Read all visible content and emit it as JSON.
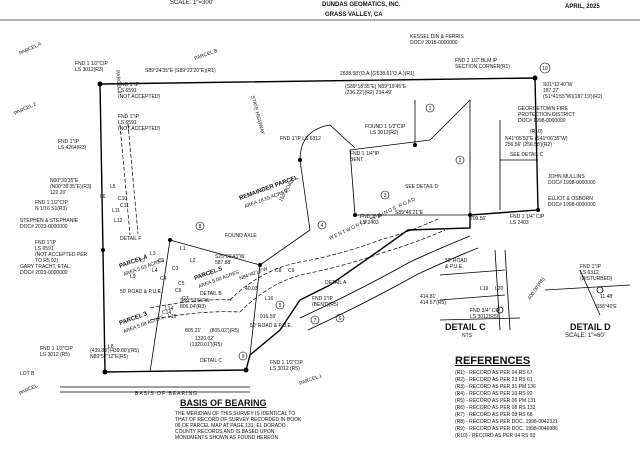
{
  "header": {
    "scale": "SCALE: 1\"=300'",
    "firm": "DUNDAS GEOMATICS, INC.",
    "city": "GRASS VALLEY, CA",
    "date": "APRIL, 2025"
  },
  "parcels": {
    "parcel_a": "PARCEL A",
    "parcel_b": "PARCEL B",
    "parcel_2": "PARCEL 2",
    "parcel_1": "PARCEL 1",
    "remainder": "REMAINDER PARCEL",
    "remainder_area": "AREA 18.55 ACRES",
    "parcel_3": "PARCEL 3",
    "parcel_3_area": "AREA 5.08 ACRES",
    "parcel_4": "PARCEL 4",
    "parcel_4_area": "AREA 5.63 ACRES",
    "parcel_5": "PARCEL 5",
    "parcel_5_area": "AREA 5.00 ACRES"
  },
  "labels": {
    "kessel": "KESSEL DIN & FERRIS",
    "kessel_doc": "DOC# 2015-0000000",
    "fnd_blm": "FND 2 1/2\" BLM IP",
    "section_corner": "SECTION CORNER(R1)",
    "bearing_top": "S89°24'35\"E (S89°22'20\"E)(R1)",
    "dist_top": "2638.58'(O.A.)(2638.61'O.A.)(R1)",
    "fnd_cip_top": "FND 1 1/2\"CIP",
    "ls_3012_top": "LS 3012(R3)",
    "fnd_ip_6591": "FND 1\"IP",
    "ls_6591": "LS 6591",
    "not_accepted": "(NOT ACCEPTED)",
    "fnd_ip_4264": "FND 1\"IP",
    "ls_4264": "LS 4264(R3)",
    "fnd_ip_6312": "FND 1\"IP LS 6312",
    "found_cip": "FOUND 1 1/2\"CIP",
    "ls_3012_mid": "LS 3012(R2)",
    "bearing_r1": "(S89°18'35\"E) N89°19'45\"E",
    "dist_r1": "(236.22')(R2) 234.49'",
    "georgetown": "GEORGETOWN FIRE",
    "protection": "PROTECTION DISTRICT",
    "georgetown_doc": "DOC# 1998-0000000",
    "john_mullins": "JOHN MULLINS",
    "mullins_doc": "DOC# 1998-0000000",
    "elliot": "ELLIOT & OSBORN",
    "elliot_doc": "DOC# 1998-0000000",
    "s01_12": "S01°12'40\"W",
    "s01_12_dist": "187.27'",
    "s01_14": "(S1°41'55\"W)(187.19')(R2)",
    "r10": "(R10)",
    "n41": "N41°05'50\"E (S41°06'35\"W)",
    "n41_dist": "256.56' (256.58')(R2)",
    "see_detail_d": "SEE DETAIL D",
    "see_detail_c": "SEE DETAIL C",
    "fnd_cip_bent": "FND 1 1/4\"IP",
    "bent": "BENT",
    "fnd_1ip_2403": "FND 1\" IP",
    "ls_2403": "LS 2403",
    "s89_46": "S89°46'21\"E",
    "dist_709": "709.50'",
    "fnd_cip_2403": "FND 1 1/4\" CIP",
    "ls_2403_b": "LS 2403",
    "found_axle": "FOUND AXLE",
    "s25_09": "S25°09'43\"W",
    "s25_dist": "587.88'",
    "s50_road": "50' ROAD & P.U.E.",
    "s84": "N84°40'10\"W",
    "s89_53": "S89°53'56\"W",
    "s89_dist": "806.04'(R3)",
    "s40_03": "40.03'",
    "s916": "916.59'",
    "road_label": "50' ROAD & P.U.E.",
    "fnd_ip_bent": "FND 1\"IP",
    "bent_r5": "(BENT)(R5)",
    "detail_a": "DETAIL A",
    "detail_b": "DETAIL B",
    "detail_c_small": "DETAIL C",
    "fnd_cip_bottom": "FND 1 1/2\"CIP",
    "ls_3012_bottom": "LS 3012 (R5)",
    "fnd_cip_br": "FND 1 1/2\"CIP",
    "ls_3012_br": "LS 3012 (R5)",
    "bottom_dist": "(439.83')(439.80')(R5)",
    "bottom_bearing": "N89°57'12\"E(R5)",
    "d_1320": "1320.02'",
    "d_1320_b": "(1320.01')(R5)",
    "d_805": "805.21'",
    "d_805_b": "(805.02')(R5)",
    "basis_line": "BASIS OF BEARING",
    "parcel_bl": "PARCEL",
    "parcel_br": "PARCEL 1",
    "stephen": "STEPHEN & STEPHANIE",
    "stephen_doc": "DOC# 2023-0000000",
    "gary": "GARY TRACHT, ETAL.",
    "gary_doc": "DOC# 2023-0000000",
    "lot_b": "LOT B",
    "n00_39": "N00°39'35\"E",
    "n00_r3": "(N00°39'35\"E)(R3)",
    "dist_122": "122.20'",
    "fnd_ip_half": "FND 1 1/2\"CIP",
    "n16_sig": "N 1/16 S1(R3)",
    "fnd_1ip_6591_b": "FND 1\"IP",
    "ls_6591_b": "LS 6591",
    "not_acc_b": "(NOT ACCEPTED PER",
    "not_acc_b2": "TO R5 92)",
    "wentworth": "WENTWORTH SPRINGS ROAD",
    "ssr_label": "STATE HIGHWAY",
    "road_150": "150' ROAD",
    "fnd_cip_right": "FND 1\"IP",
    "ls_6312_right": "LS 6312",
    "disturbed": "(DISTURBED)",
    "fnd_cip_c": "FND 3/4\" CIP",
    "ls_3012_c": "LS 3012(R5)",
    "d_414": "414.81'",
    "d_414b": "414.57'(R5)",
    "d_l19": "L19",
    "d_l20": "L20",
    "dist_400": "400.00'(R5)",
    "d_11_48": "11.48'",
    "s56_40": "S56°40'E"
  },
  "lines": [
    "L1",
    "L2",
    "L3",
    "L4",
    "L5",
    "L6",
    "L7",
    "L8",
    "L9",
    "L10",
    "L11",
    "L12",
    "L13",
    "L14",
    "L15",
    "L16"
  ],
  "curves": [
    "C1",
    "C2",
    "C3",
    "C4",
    "C5",
    "C6",
    "C7",
    "C8",
    "C9",
    "C10",
    "C11",
    "C12",
    "C13",
    "C14"
  ],
  "circled_numbers": [
    "1",
    "2",
    "3",
    "4",
    "5",
    "6",
    "7",
    "8",
    "9",
    "10"
  ],
  "detail_c": {
    "title": "DETAIL C",
    "scale": "NTS",
    "road": "50' ROAD",
    "pue": "& P.U.E."
  },
  "detail_d": {
    "title": "DETAIL D",
    "scale": "SCALE: 1\"=60'"
  },
  "basis": {
    "title": "BASIS OF BEARING",
    "body": [
      "THE MERIDIAN OF THIS SURVEY IS IDENTICAL TO",
      "THAT OF RECORD OF SURVEY RECORDED IN BOOK",
      "06 OF PARCEL MAP AT PAGE 131, EL DORADO",
      "COUNTY RECORDS AND IS BASED UPON",
      "MONUMENTS SHOWN AS FOUND HEREON"
    ]
  },
  "references": {
    "title": "REFERENCES",
    "items": [
      "(R1) - RECORD AS PER 04 RS 67",
      "(R2) - RECORD AS PER 23 RS 61",
      "(R3) - RECORD AS PER 31 PM 136",
      "(R4) - RECORD AS PER 10 RS 92",
      "(R5) - RECORD AS PER 06 PM 131",
      "(R6) - RECORD AS PER 08 RS 132",
      "(R7) - RECORD AS PER 08 RS 68",
      "(R8) - RECORD AS PER DOC. 1998-0042321",
      "(R9) - RECORD AS PER DOC. 1998-0046986",
      "(R10) - RECORD AS PER 04 RS 93"
    ]
  }
}
